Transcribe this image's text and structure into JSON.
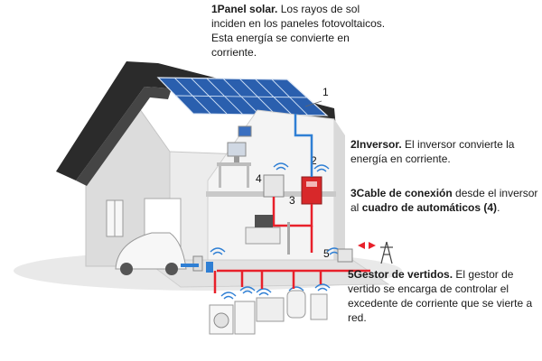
{
  "callouts": {
    "panel": {
      "title": "1Panel solar.",
      "text": "Los rayos de sol inciden en los paneles fotovoltaicos. Esta energía se convierte en corriente."
    },
    "inverter": {
      "title": "2Inversor.",
      "text": "El inversor convierte la energía en corriente."
    },
    "cable": {
      "title": "3Cable de conexión",
      "text": "desde el inversor al",
      "title2": "cuadro de automáticos (4)",
      "end": "."
    },
    "gestor": {
      "title": "5Gestor de vertidos.",
      "text": "El gestor de vertido se encarga de controlar el excedente de corriente que se vierte a red."
    }
  },
  "markers": {
    "m1": "1",
    "m2": "2",
    "m3": "3",
    "m4": "4",
    "m5": "5"
  },
  "colors": {
    "cable_red": "#e8202a",
    "cable_blue": "#2f7fd4",
    "roof": "#2b2b2b",
    "panel": "#2a5fae",
    "inverter": "#d8282a",
    "wall": "#f0f0f0"
  }
}
